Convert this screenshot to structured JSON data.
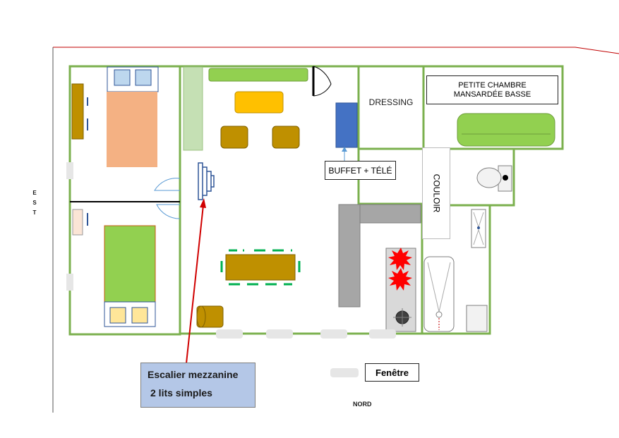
{
  "labels": {
    "est": "E\nS\nT",
    "nord": "NORD",
    "dressing": "DRESSING",
    "petite_chambre": "PETITE CHAMBRE MANSARDÉE BASSE",
    "buffet_tele": "BUFFET + TÉLÉ",
    "couloir": "COULOIR",
    "fenetre": "Fenêtre",
    "legend_line1": "Escalier mezzanine",
    "legend_line2": "2 lits simples"
  },
  "icons": [
    "door-icon",
    "bed-icon",
    "sofa-icon",
    "toilet-icon",
    "bathtub-icon",
    "stove-icon",
    "table-icon",
    "stairs-icon",
    "window-icon"
  ],
  "colors": {
    "wall": "#7bb04e",
    "bed_orange": "#f4b183",
    "bed_green": "#92d050",
    "pillow": "#bdd7ee",
    "pillow_yellow": "#ffe699",
    "wood": "#bf9000",
    "yellow": "#ffc000",
    "blue_furniture": "#4472c4",
    "counter": "#a6a6a6",
    "fire": "#e00000",
    "arrow_red": "#d00000",
    "legend_bg": "#b4c7e7",
    "top_line": "#c00000"
  }
}
